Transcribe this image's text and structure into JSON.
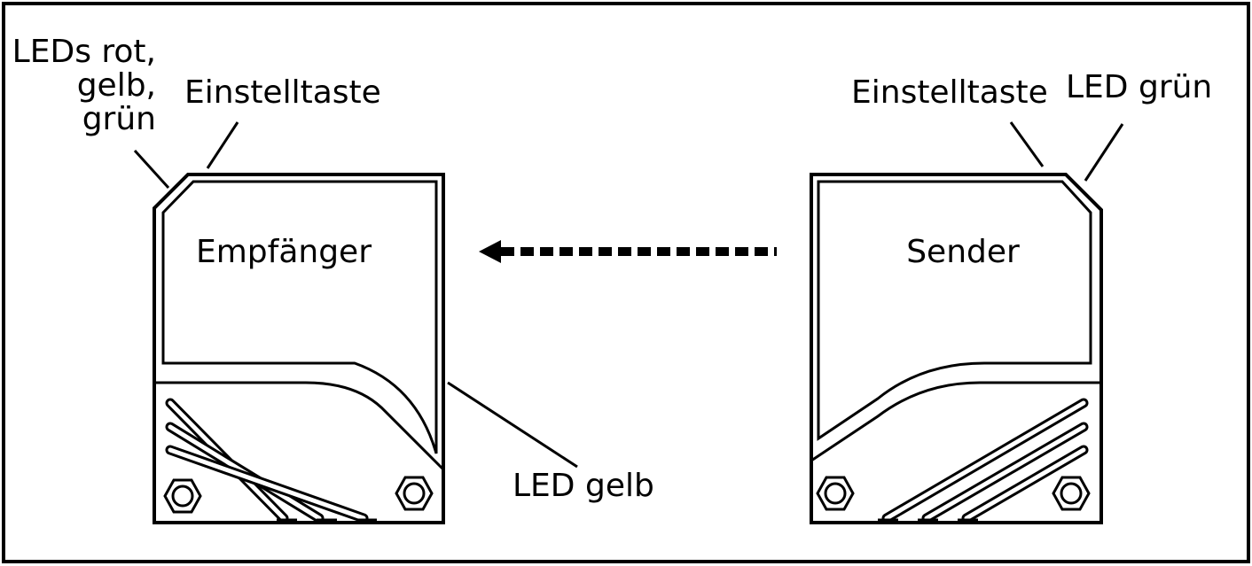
{
  "diagram": {
    "receiver": {
      "title": "Empfänger",
      "led_label_lines": [
        "LEDs rot,",
        "gelb,",
        "grün"
      ],
      "button_label": "Einstelltaste",
      "side_led_label": "LED gelb"
    },
    "sender": {
      "title": "Sender",
      "button_label": "Einstelltaste",
      "led_label": "LED grün"
    },
    "colors": {
      "line": "#000000",
      "background": "#ffffff"
    }
  }
}
